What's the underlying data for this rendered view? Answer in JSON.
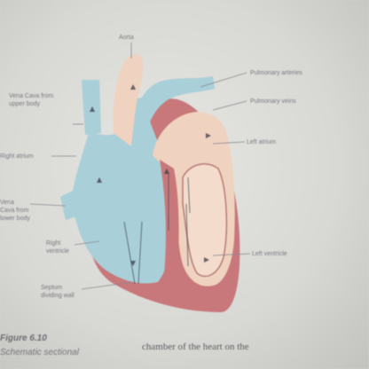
{
  "diagram": {
    "labels": {
      "aorta": "Aorta",
      "pulmonary_arteries": "Pulmonary arteries",
      "pulmonary_veins": "Pulmonary veins",
      "vena_cava_upper": "Vena Cava from upper body",
      "right_atrium": "Right atrium",
      "vena_cava_lower": "Vena Cava from lower body",
      "right_ventricle": "Right ventricle",
      "septum": "Septum dividing wall",
      "left_atrium": "Left atrium",
      "left_ventricle": "Left ventricle"
    },
    "colors": {
      "deoxygenated": "#a9cfd8",
      "oxygenated": "#f0d2c0",
      "wall": "#c8787a"
    }
  },
  "caption": {
    "number": "Figure 6.10",
    "description": "Schematic sectional"
  },
  "body_text": {
    "line1": "chamber of the heart on the"
  }
}
